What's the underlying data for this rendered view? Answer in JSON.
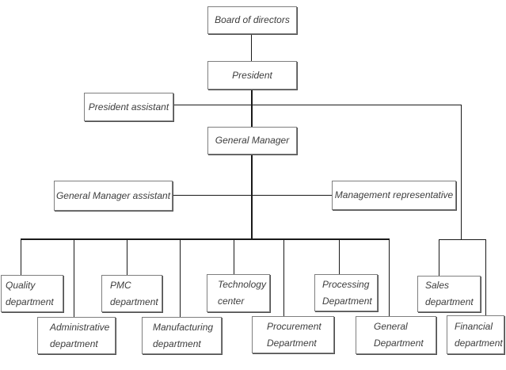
{
  "colors": {
    "background": "#ffffff",
    "connector_line": "#1a1a1a",
    "box_border": "#7f7f7f",
    "box_shadow": "#4f4f4f",
    "label_text": "#3d3d3d"
  },
  "nodes": {
    "board": {
      "label": "Board of directors"
    },
    "president": {
      "label": "President"
    },
    "president_assistant": {
      "label": "President assistant"
    },
    "general_manager": {
      "label": "General Manager"
    },
    "general_manager_assistant": {
      "label": "General Manager assistant"
    },
    "management_representative": {
      "label": "Management representative"
    },
    "quality": {
      "label": "Quality department"
    },
    "administrative": {
      "label": "Administrative department"
    },
    "pmc": {
      "label": "PMC department"
    },
    "manufacturing": {
      "label": "Manufacturing department"
    },
    "technology": {
      "label": "Technology center"
    },
    "procurement": {
      "label": "Procurement Department"
    },
    "processing": {
      "label": "Processing Department"
    },
    "general_department": {
      "label": "General Department"
    },
    "sales": {
      "label": "Sales department"
    },
    "financial": {
      "label": "Financial department"
    }
  },
  "edges": [
    [
      "board",
      "president"
    ],
    [
      "president",
      "general_manager"
    ],
    [
      "president_assistant",
      "president"
    ],
    [
      "president_assistant",
      "sales"
    ],
    [
      "president_assistant",
      "financial"
    ],
    [
      "general_manager_assistant",
      "general_manager"
    ],
    [
      "management_representative",
      "general_manager"
    ],
    [
      "general_manager",
      "quality"
    ],
    [
      "general_manager",
      "administrative"
    ],
    [
      "general_manager",
      "pmc"
    ],
    [
      "general_manager",
      "manufacturing"
    ],
    [
      "general_manager",
      "technology"
    ],
    [
      "general_manager",
      "procurement"
    ],
    [
      "general_manager",
      "processing"
    ],
    [
      "general_manager",
      "general_department"
    ]
  ]
}
